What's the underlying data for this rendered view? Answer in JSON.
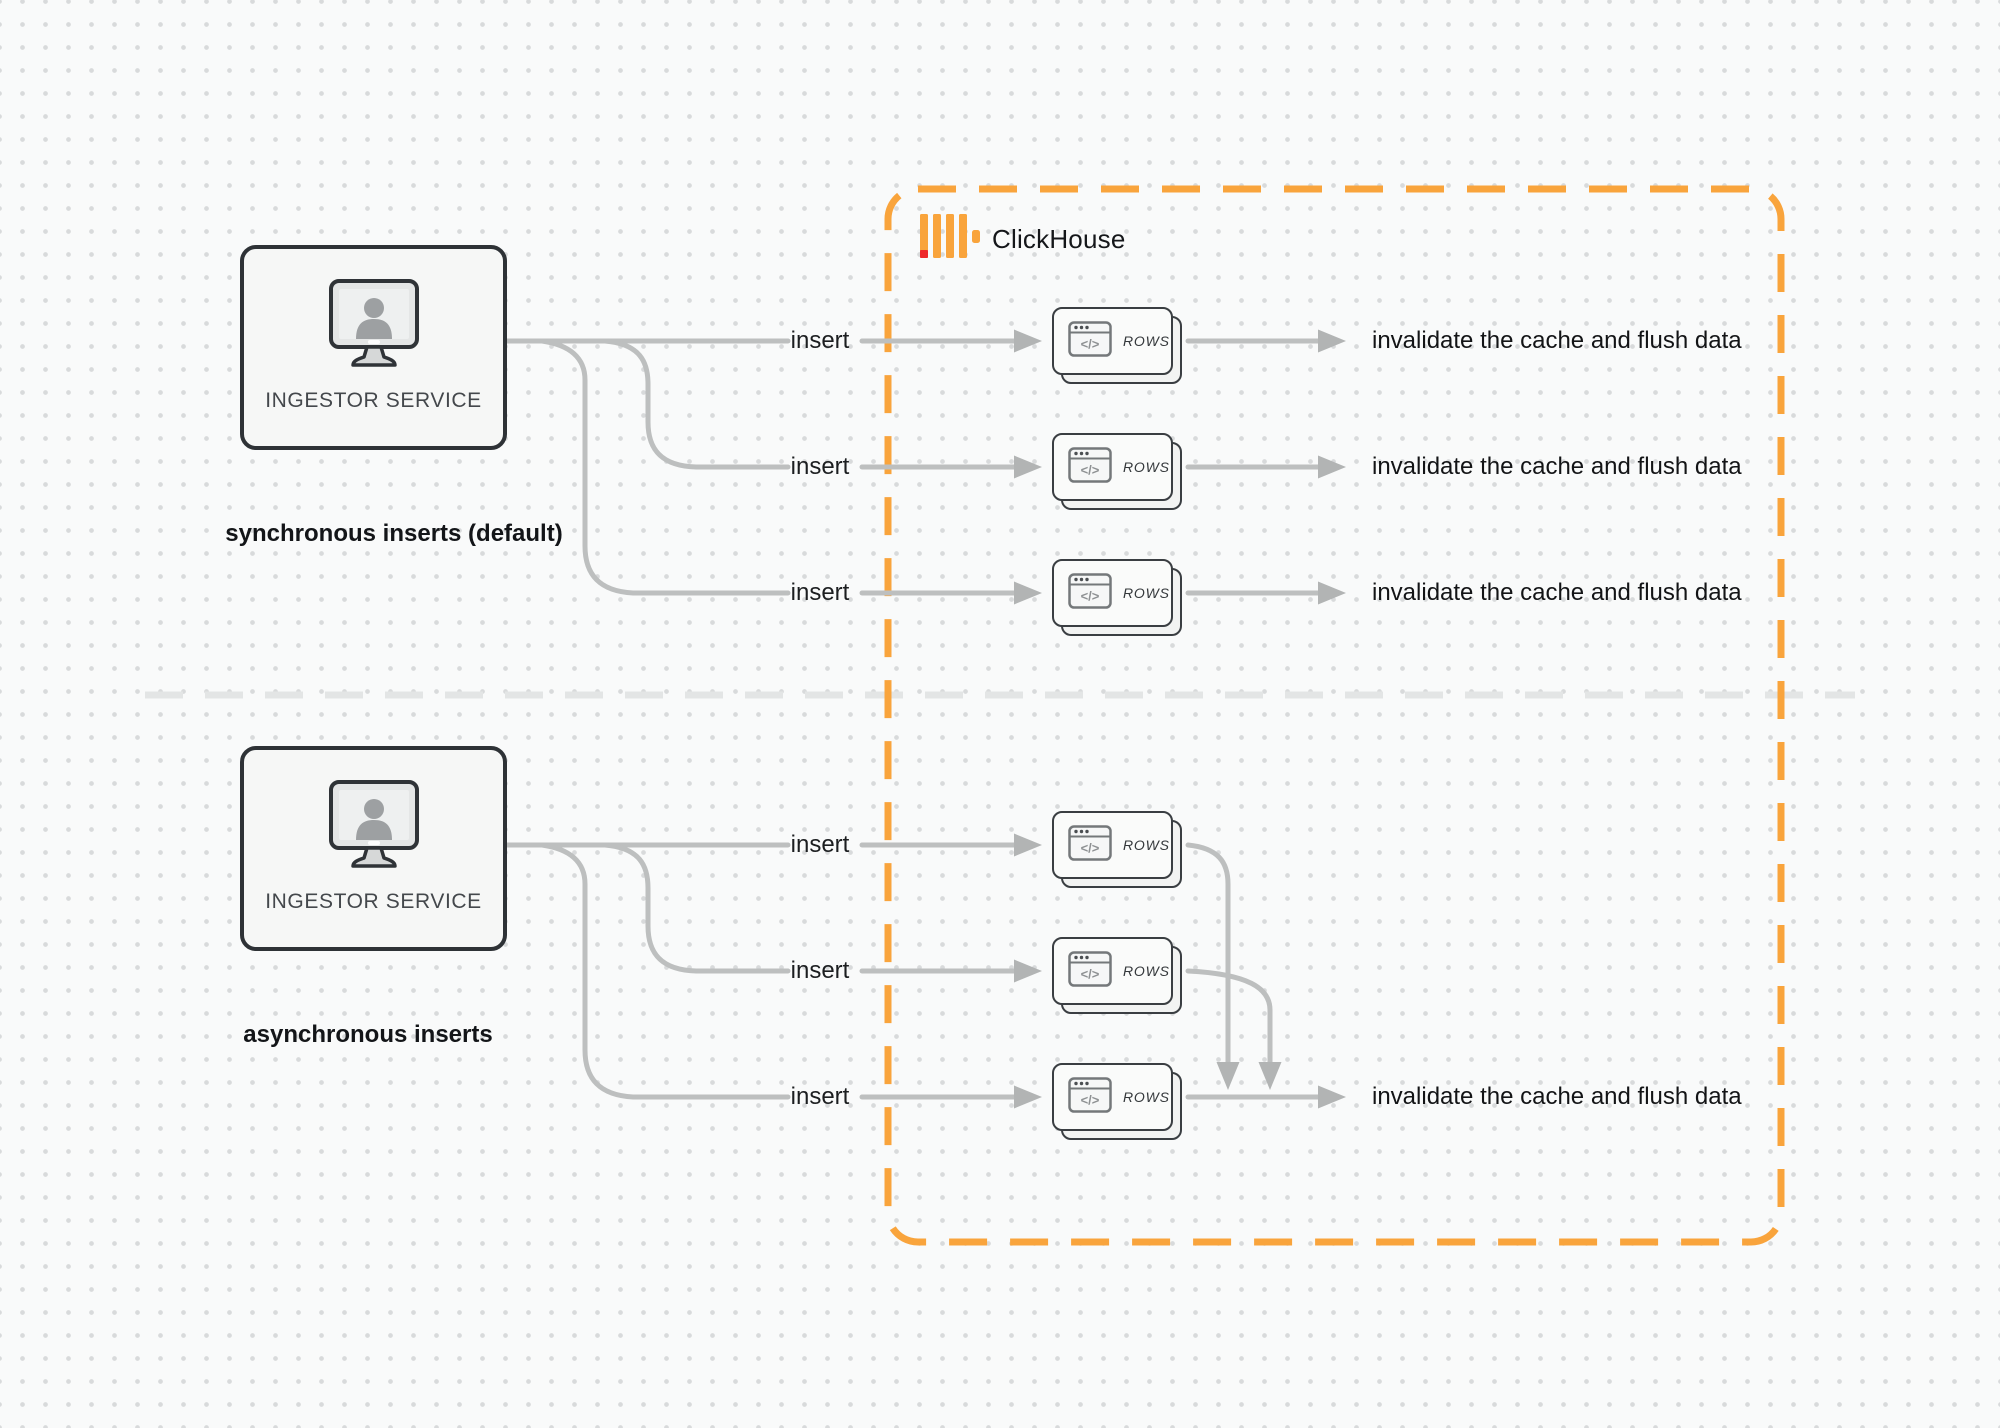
{
  "clickhouse": {
    "label": "ClickHouse"
  },
  "icons": {
    "code_glyph": "</>"
  },
  "colors": {
    "accent_orange": "#F9A43C",
    "logo_red": "#EE282B",
    "connector_gray": "#BDBFBF",
    "node_border": "#2E3236",
    "divider_gray": "#E3E5E5",
    "text_dark": "#17191B"
  },
  "sections": {
    "sync": {
      "service_label": "INGESTOR SERVICE",
      "caption": "synchronous inserts (default)",
      "rows": [
        {
          "insert_label": "insert",
          "card_label": "ROWS",
          "result_label": "invalidate the cache and flush data"
        },
        {
          "insert_label": "insert",
          "card_label": "ROWS",
          "result_label": "invalidate the cache and flush data"
        },
        {
          "insert_label": "insert",
          "card_label": "ROWS",
          "result_label": "invalidate the cache and flush data"
        }
      ]
    },
    "async": {
      "service_label": "INGESTOR SERVICE",
      "caption": "asynchronous inserts",
      "rows": [
        {
          "insert_label": "insert",
          "card_label": "ROWS"
        },
        {
          "insert_label": "insert",
          "card_label": "ROWS"
        },
        {
          "insert_label": "insert",
          "card_label": "ROWS"
        }
      ],
      "result_label": "invalidate the cache and flush data"
    }
  }
}
